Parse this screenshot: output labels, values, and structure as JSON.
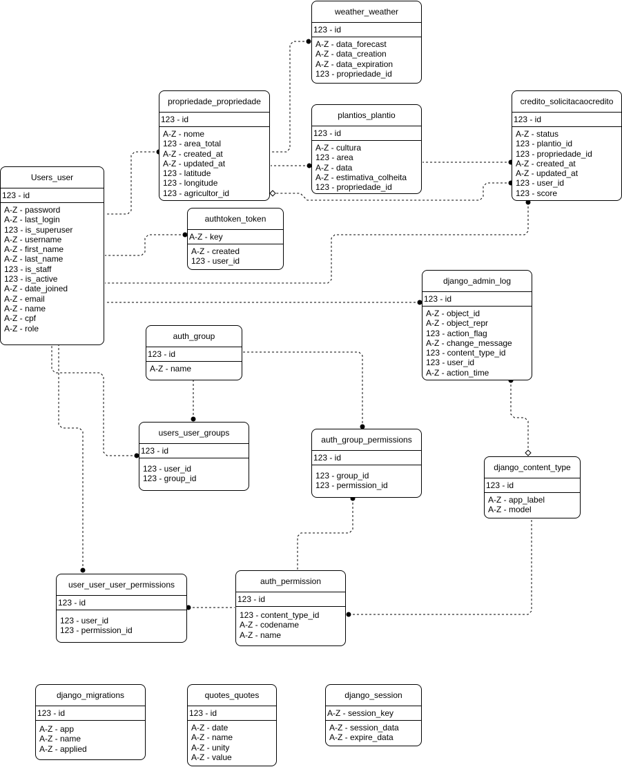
{
  "entities": {
    "weather": {
      "name": "weather_weather",
      "pk": "123 - id",
      "columns": [
        "A-Z - data_forecast",
        "A-Z - data_creation",
        "A-Z - data_expiration",
        "123 - propriedade_id"
      ]
    },
    "propriedade": {
      "name": "propriedade_propriedade",
      "pk": "123 - id",
      "columns": [
        "A-Z - nome",
        "123 - area_total",
        "A-Z - created_at",
        "A-Z - updated_at",
        "123 - latitude",
        "123 - longitude",
        "123 - agricultor_id"
      ]
    },
    "plantio": {
      "name": "plantios_plantio",
      "pk": "123 - id",
      "columns": [
        "A-Z - cultura",
        "123 - area",
        "A-Z - data",
        "A-Z - estimativa_colheita",
        "123 - propriedade_id"
      ]
    },
    "credito": {
      "name": "credito_solicitacaocredito",
      "pk": "123 - id",
      "columns": [
        "A-Z - status",
        "123 - plantio_id",
        "123 - propriedade_id",
        "A-Z - created_at",
        "A-Z - updated_at",
        "123 - user_id",
        "123 - score"
      ]
    },
    "users": {
      "name": "Users_user",
      "pk": "123 - id",
      "columns": [
        "A-Z - password",
        "A-Z - last_login",
        "123 - is_superuser",
        "A-Z - username",
        "A-Z - first_name",
        "A-Z - last_name",
        "123 - is_staff",
        "123 - is_active",
        "A-Z - date_joined",
        "A-Z - email",
        "A-Z - name",
        "A-Z - cpf",
        "A-Z - role"
      ]
    },
    "authtoken": {
      "name": "authtoken_token",
      "pk": "A-Z - key",
      "columns": [
        "A-Z - created",
        "123 - user_id"
      ]
    },
    "adminlog": {
      "name": "django_admin_log",
      "pk": "123 - id",
      "columns": [
        "A-Z - object_id",
        "A-Z - object_repr",
        "123 - action_flag",
        "A-Z - change_message",
        "123 - content_type_id",
        "123 - user_id",
        "A-Z - action_time"
      ]
    },
    "authgroup": {
      "name": "auth_group",
      "pk": "123 - id",
      "columns": [
        "A-Z - name"
      ]
    },
    "usergroups": {
      "name": "users_user_groups",
      "pk": "123 - id",
      "columns": [
        "123 - user_id",
        "123 - group_id"
      ]
    },
    "groupperms": {
      "name": "auth_group_permissions",
      "pk": "123 - id",
      "columns": [
        "123 - group_id",
        "123 - permission_id"
      ]
    },
    "contenttype": {
      "name": "django_content_type",
      "pk": "123 - id",
      "columns": [
        "A-Z - app_label",
        "A-Z - model"
      ]
    },
    "userperms": {
      "name": "user_user_user_permissions",
      "pk": "123 - id",
      "columns": [
        "123 - user_id",
        "123 - permission_id"
      ]
    },
    "authperm": {
      "name": "auth_permission",
      "pk": "123 - id",
      "columns": [
        "123 - content_type_id",
        "A-Z - codename",
        "A-Z - name"
      ]
    },
    "migrations": {
      "name": "django_migrations",
      "pk": "123 - id",
      "columns": [
        "A-Z - app",
        "A-Z - name",
        "A-Z - applied"
      ]
    },
    "quotes": {
      "name": "quotes_quotes",
      "pk": "123 - id",
      "columns": [
        "A-Z - date",
        "A-Z - name",
        "A-Z - unity",
        "A-Z - value"
      ]
    },
    "session": {
      "name": "django_session",
      "pk": "A-Z - session_key",
      "columns": [
        "A-Z - session_data",
        "A-Z - expire_data"
      ]
    }
  },
  "relationships": [
    {
      "from": "weather",
      "to": "propriedade"
    },
    {
      "from": "propriedade",
      "to": "users"
    },
    {
      "from": "plantio",
      "to": "propriedade"
    },
    {
      "from": "credito",
      "to": "plantio"
    },
    {
      "from": "credito",
      "to": "propriedade"
    },
    {
      "from": "authtoken",
      "to": "users"
    },
    {
      "from": "credito",
      "to": "users"
    },
    {
      "from": "adminlog",
      "to": "users"
    },
    {
      "from": "adminlog",
      "to": "contenttype"
    },
    {
      "from": "usergroups",
      "to": "authgroup"
    },
    {
      "from": "usergroups",
      "to": "users"
    },
    {
      "from": "groupperms",
      "to": "authgroup"
    },
    {
      "from": "userperms",
      "to": "users"
    },
    {
      "from": "userperms",
      "to": "authperm"
    },
    {
      "from": "groupperms",
      "to": "authperm"
    },
    {
      "from": "authperm",
      "to": "contenttype"
    }
  ]
}
